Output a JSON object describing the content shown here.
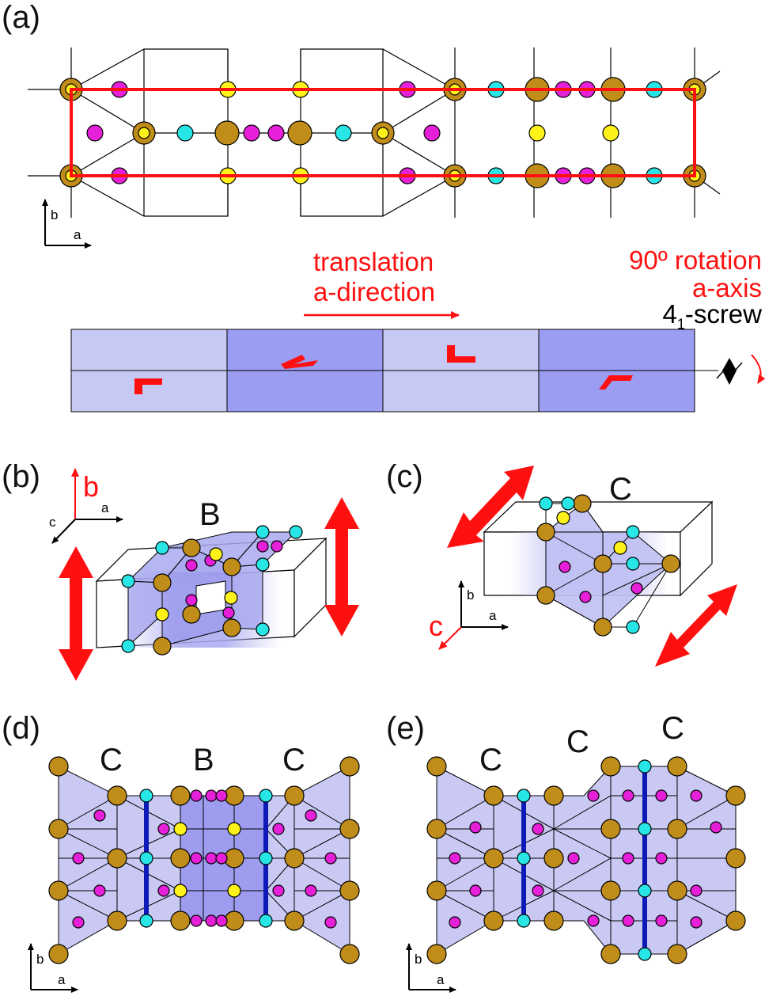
{
  "panels": {
    "a": "(a)",
    "b": "(b)",
    "c": "(c)",
    "d": "(d)",
    "e": "(e)"
  },
  "translation": {
    "line1": "translation",
    "line2": "a-direction"
  },
  "rotation": {
    "line1": "90º rotation",
    "line2": "a-axis",
    "screw_main": "4",
    "screw_sub": "1",
    "screw_rest": "-screw"
  },
  "block_labels": {
    "b_panel": "B",
    "c_panel": "C",
    "d": [
      "C",
      "B",
      "C"
    ],
    "e": [
      "C",
      "C",
      "C"
    ]
  },
  "axes": {
    "a": "a",
    "b": "b",
    "c": "c"
  },
  "colors": {
    "brown": "#c18d1a",
    "magenta": "#e520d8",
    "yellow": "#fff21a",
    "cyan": "#28e6e6",
    "red": "#ff1010",
    "light_block": "#c7c9f5",
    "dark_block": "#9b9df2",
    "poly_light": "#c9c9f4",
    "poly_dark": "#9d9cef",
    "bond": "#0c1bb7"
  }
}
